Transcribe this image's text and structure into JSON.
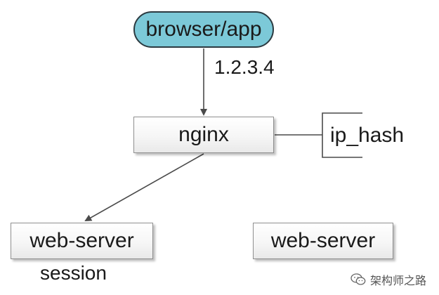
{
  "nodes": {
    "client": "browser/app",
    "nginx": "nginx",
    "web_server_1": "web-server",
    "web_server_2": "web-server"
  },
  "labels": {
    "client_ip": "1.2.3.4",
    "ip_hash": "ip_hash",
    "session": "session"
  },
  "watermark": {
    "text": "架构师之路",
    "icon": "wechat-icon"
  },
  "colors": {
    "client_fill": "#7cc9d8",
    "node_border": "#8f8f8f",
    "line": "#4a4a4a"
  }
}
